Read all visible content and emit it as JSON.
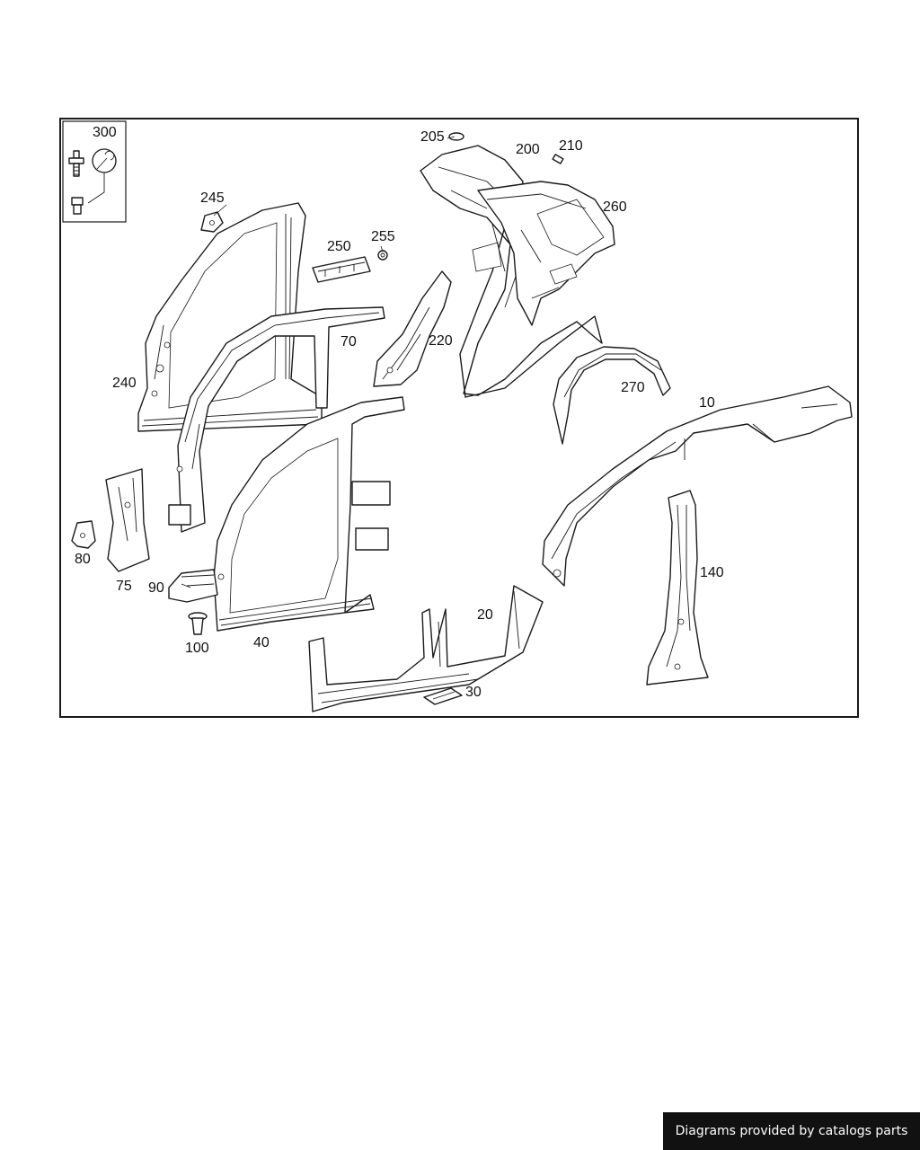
{
  "footer": {
    "text": "Diagrams provided by catalogs parts"
  },
  "callouts": {
    "p300": "300",
    "p205": "205",
    "p200": "200",
    "p210": "210",
    "p260": "260",
    "p245": "245",
    "p250": "250",
    "p255": "255",
    "p70": "70",
    "p220": "220",
    "p240": "240",
    "p270": "270",
    "p10": "10",
    "p80": "80",
    "p75": "75",
    "p90": "90",
    "p140": "140",
    "p20": "20",
    "p100": "100",
    "p40": "40",
    "p30": "30"
  },
  "icons": {
    "fastener_kit": "wrench-icon"
  },
  "colors": {
    "line": "#1a1a1a",
    "footer_bg": "#111111",
    "footer_text": "#ffffff"
  }
}
